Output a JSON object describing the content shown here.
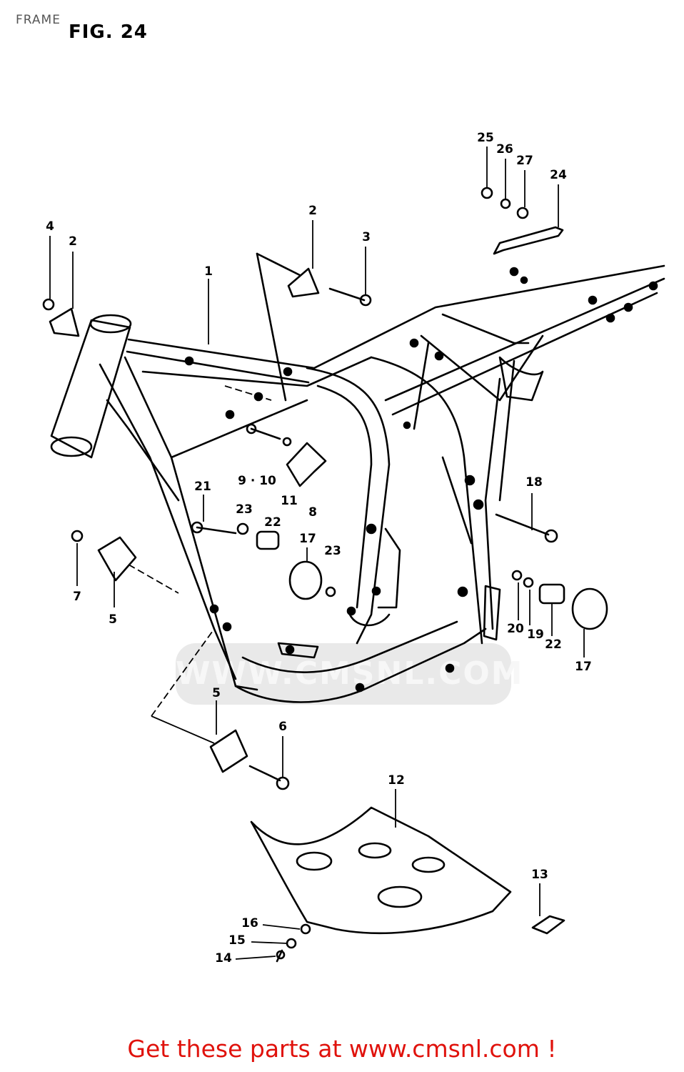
{
  "header": {
    "title": "FRAME",
    "figure": "FIG. 24"
  },
  "watermark": {
    "text": "WWW.CMSNL.COM"
  },
  "footer": {
    "promo": "Get these parts at www.cmsnl.com !"
  },
  "callouts": [
    {
      "label": "25",
      "name": "callout-25"
    },
    {
      "label": "26",
      "name": "callout-26"
    },
    {
      "label": "27",
      "name": "callout-27"
    },
    {
      "label": "24",
      "name": "callout-24"
    },
    {
      "label": "4",
      "name": "callout-4"
    },
    {
      "label": "2",
      "name": "callout-2-left"
    },
    {
      "label": "2",
      "name": "callout-2-top"
    },
    {
      "label": "3",
      "name": "callout-3"
    },
    {
      "label": "1",
      "name": "callout-1"
    },
    {
      "label": "9 · 10",
      "name": "callout-9-10"
    },
    {
      "label": "11",
      "name": "callout-11"
    },
    {
      "label": "8",
      "name": "callout-8"
    },
    {
      "label": "21",
      "name": "callout-21"
    },
    {
      "label": "23",
      "name": "callout-23-left"
    },
    {
      "label": "22",
      "name": "callout-22-left"
    },
    {
      "label": "17",
      "name": "callout-17-left"
    },
    {
      "label": "23",
      "name": "callout-23-right"
    },
    {
      "label": "18",
      "name": "callout-18"
    },
    {
      "label": "7",
      "name": "callout-7"
    },
    {
      "label": "5",
      "name": "callout-5-upper"
    },
    {
      "label": "20",
      "name": "callout-20"
    },
    {
      "label": "19",
      "name": "callout-19"
    },
    {
      "label": "22",
      "name": "callout-22-right"
    },
    {
      "label": "17",
      "name": "callout-17-right"
    },
    {
      "label": "5",
      "name": "callout-5-lower"
    },
    {
      "label": "6",
      "name": "callout-6"
    },
    {
      "label": "12",
      "name": "callout-12"
    },
    {
      "label": "13",
      "name": "callout-13"
    },
    {
      "label": "16",
      "name": "callout-16"
    },
    {
      "label": "15",
      "name": "callout-15"
    },
    {
      "label": "14",
      "name": "callout-14"
    }
  ]
}
